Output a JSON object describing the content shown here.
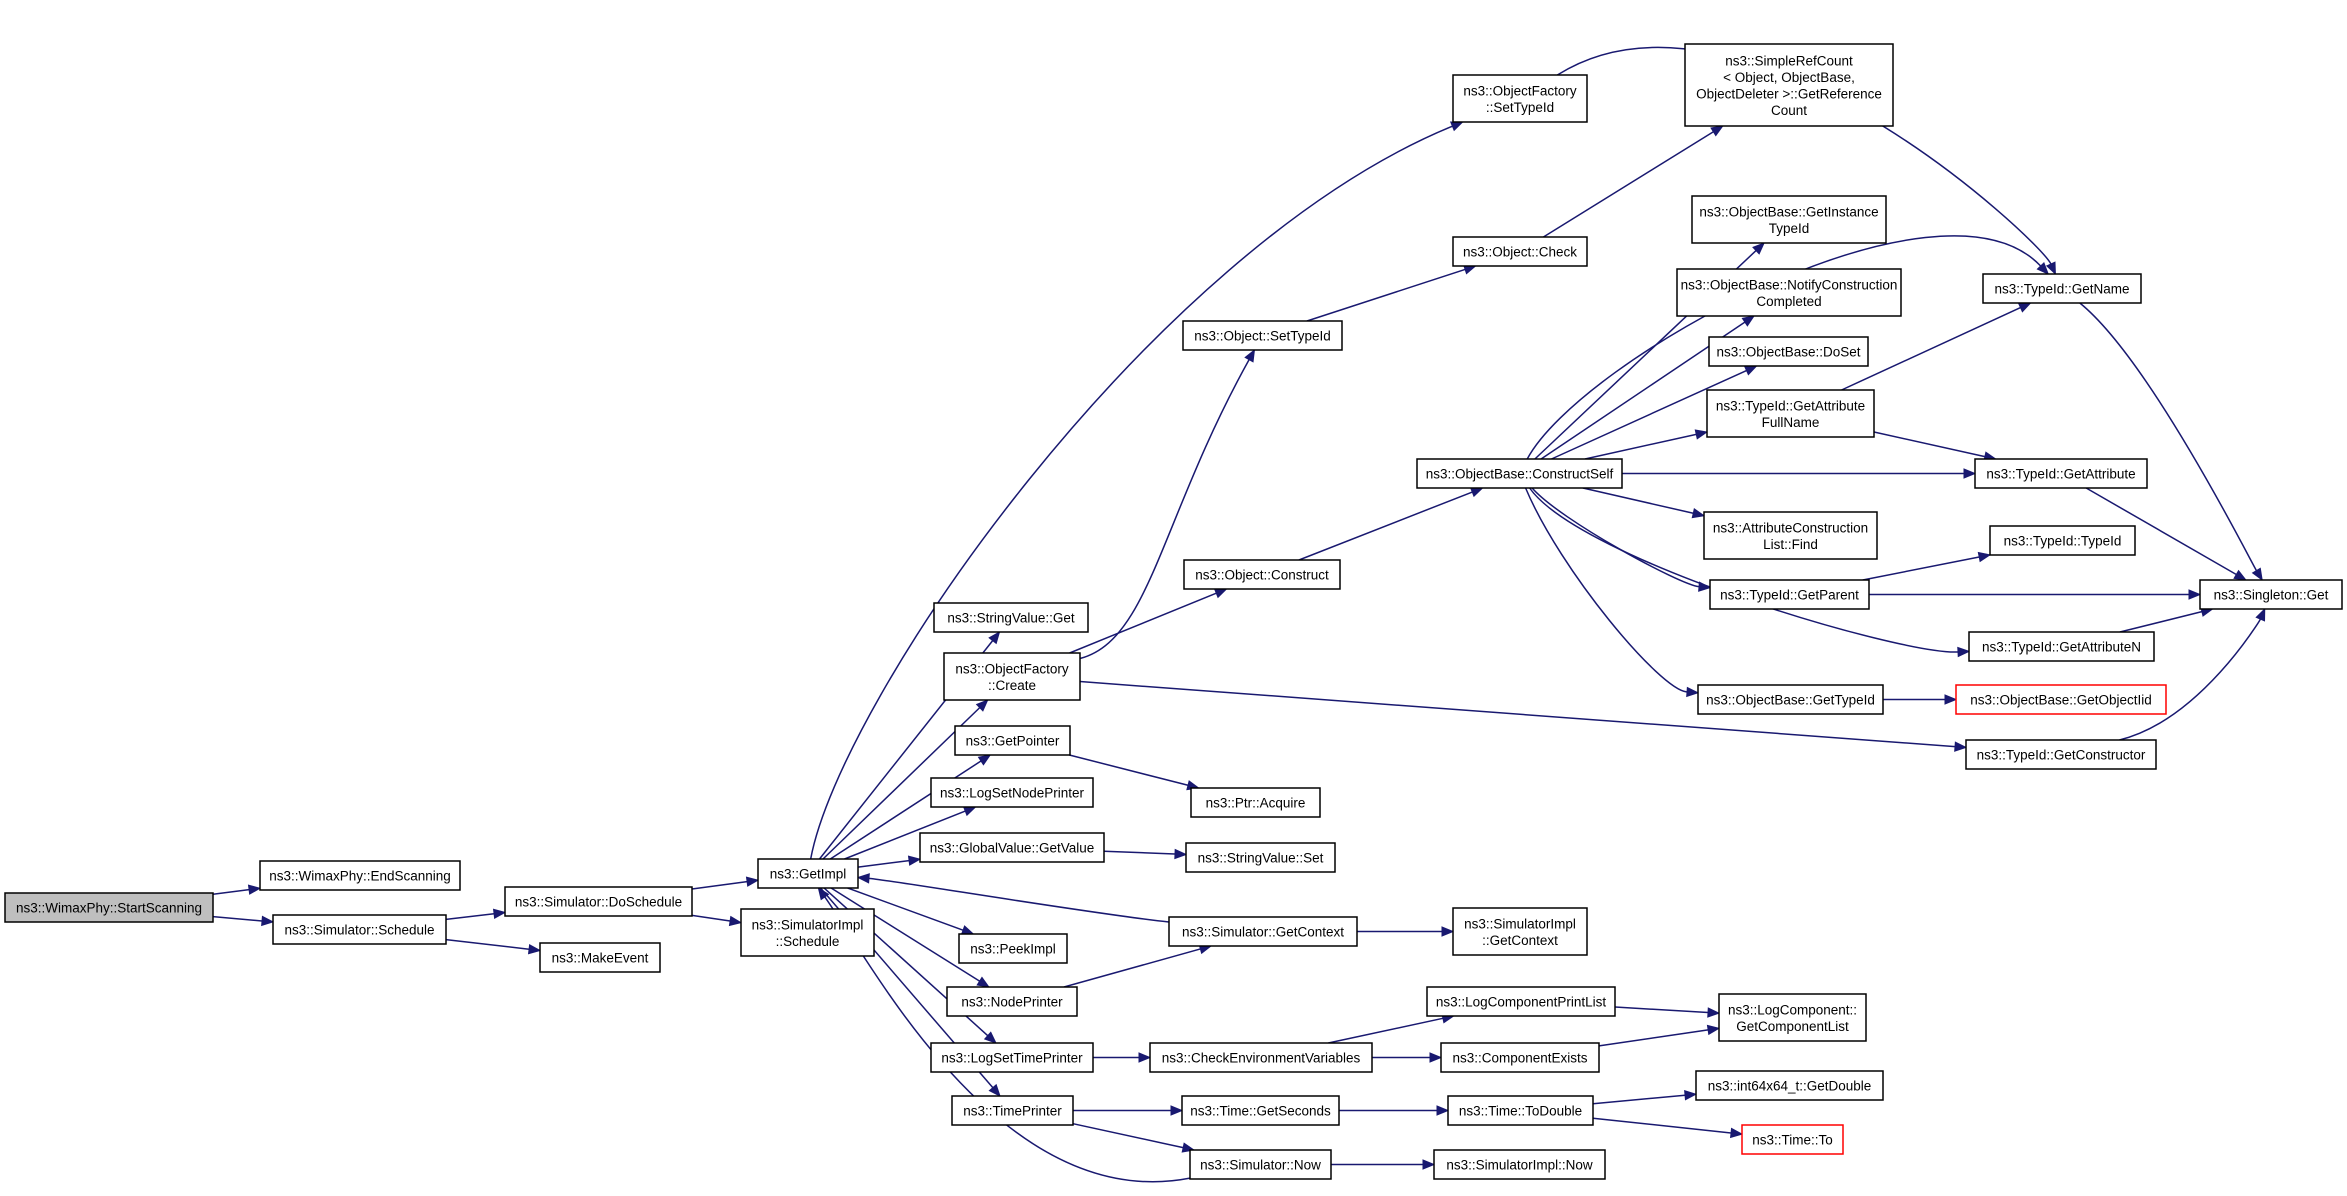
{
  "diagram": {
    "type": "call-graph",
    "colors": {
      "edge": "#191970",
      "node_border": "#000000",
      "root_fill": "#bfbfbf",
      "truncated_border": "#ff0000"
    },
    "nodes": [
      {
        "id": "start_scanning",
        "lines": [
          "ns3::WimaxPhy::StartScanning"
        ],
        "root": true
      },
      {
        "id": "end_scanning",
        "lines": [
          "ns3::WimaxPhy::EndScanning"
        ]
      },
      {
        "id": "sim_schedule",
        "lines": [
          "ns3::Simulator::Schedule"
        ]
      },
      {
        "id": "make_event",
        "lines": [
          "ns3::MakeEvent"
        ]
      },
      {
        "id": "sim_doschedule",
        "lines": [
          "ns3::Simulator::DoSchedule"
        ]
      },
      {
        "id": "simimpl_schedule",
        "lines": [
          "ns3::SimulatorImpl",
          "::Schedule"
        ]
      },
      {
        "id": "getimpl",
        "lines": [
          "ns3::GetImpl"
        ]
      },
      {
        "id": "stringvalue_get",
        "lines": [
          "ns3::StringValue::Get"
        ]
      },
      {
        "id": "objfactory_create",
        "lines": [
          "ns3::ObjectFactory",
          "::Create"
        ]
      },
      {
        "id": "getpointer",
        "lines": [
          "ns3::GetPointer"
        ]
      },
      {
        "id": "logsetnodeprinter",
        "lines": [
          "ns3::LogSetNodePrinter"
        ]
      },
      {
        "id": "globalvalue_getvalue",
        "lines": [
          "ns3::GlobalValue::GetValue"
        ]
      },
      {
        "id": "peekimpl",
        "lines": [
          "ns3::PeekImpl"
        ]
      },
      {
        "id": "nodeprinter",
        "lines": [
          "ns3::NodePrinter"
        ]
      },
      {
        "id": "logsettimeprinter",
        "lines": [
          "ns3::LogSetTimePrinter"
        ]
      },
      {
        "id": "timeprinter",
        "lines": [
          "ns3::TimePrinter"
        ]
      },
      {
        "id": "objfactory_settypeid",
        "lines": [
          "ns3::ObjectFactory",
          "::SetTypeId"
        ]
      },
      {
        "id": "object_settypeid",
        "lines": [
          "ns3::Object::SetTypeId"
        ]
      },
      {
        "id": "object_construct",
        "lines": [
          "ns3::Object::Construct"
        ]
      },
      {
        "id": "ptr_acquire",
        "lines": [
          "ns3::Ptr::Acquire"
        ]
      },
      {
        "id": "stringvalue_set",
        "lines": [
          "ns3::StringValue::Set"
        ]
      },
      {
        "id": "sim_getcontext",
        "lines": [
          "ns3::Simulator::GetContext"
        ]
      },
      {
        "id": "check_env",
        "lines": [
          "ns3::CheckEnvironmentVariables"
        ]
      },
      {
        "id": "time_getseconds",
        "lines": [
          "ns3::Time::GetSeconds"
        ]
      },
      {
        "id": "sim_now",
        "lines": [
          "ns3::Simulator::Now"
        ]
      },
      {
        "id": "object_check",
        "lines": [
          "ns3::Object::Check"
        ]
      },
      {
        "id": "objbase_constructself",
        "lines": [
          "ns3::ObjectBase::ConstructSelf"
        ]
      },
      {
        "id": "simimpl_getcontext",
        "lines": [
          "ns3::SimulatorImpl",
          "::GetContext"
        ]
      },
      {
        "id": "logcomponentprintlist",
        "lines": [
          "ns3::LogComponentPrintList"
        ]
      },
      {
        "id": "componentexists",
        "lines": [
          "ns3::ComponentExists"
        ]
      },
      {
        "id": "time_todouble",
        "lines": [
          "ns3::Time::ToDouble"
        ]
      },
      {
        "id": "simimpl_now",
        "lines": [
          "ns3::SimulatorImpl::Now"
        ]
      },
      {
        "id": "simplerefcount",
        "lines": [
          "ns3::SimpleRefCount",
          "< Object, ObjectBase,",
          "ObjectDeleter >::GetReference",
          "Count"
        ]
      },
      {
        "id": "objbase_getinstancetypeid",
        "lines": [
          "ns3::ObjectBase::GetInstance",
          "TypeId"
        ]
      },
      {
        "id": "objbase_notifyconstruction",
        "lines": [
          "ns3::ObjectBase::NotifyConstruction",
          "Completed"
        ]
      },
      {
        "id": "objbase_doset",
        "lines": [
          "ns3::ObjectBase::DoSet"
        ]
      },
      {
        "id": "typeid_getattributefullname",
        "lines": [
          "ns3::TypeId::GetAttribute",
          "FullName"
        ]
      },
      {
        "id": "attrconstructionlist_find",
        "lines": [
          "ns3::AttributeConstruction",
          "List::Find"
        ]
      },
      {
        "id": "typeid_getparent",
        "lines": [
          "ns3::TypeId::GetParent"
        ]
      },
      {
        "id": "objbase_gettypeid",
        "lines": [
          "ns3::ObjectBase::GetTypeId"
        ]
      },
      {
        "id": "logcomponent_getcomponentlist",
        "lines": [
          "ns3::LogComponent::",
          "GetComponentList"
        ]
      },
      {
        "id": "int64x64_getdouble",
        "lines": [
          "ns3::int64x64_t::GetDouble"
        ]
      },
      {
        "id": "time_to",
        "lines": [
          "ns3::Time::To"
        ],
        "truncated": true
      },
      {
        "id": "typeid_getname",
        "lines": [
          "ns3::TypeId::GetName"
        ]
      },
      {
        "id": "typeid_getattribute",
        "lines": [
          "ns3::TypeId::GetAttribute"
        ]
      },
      {
        "id": "typeid_typeid",
        "lines": [
          "ns3::TypeId::TypeId"
        ]
      },
      {
        "id": "typeid_getattributen",
        "lines": [
          "ns3::TypeId::GetAttributeN"
        ]
      },
      {
        "id": "objbase_getobjectiid",
        "lines": [
          "ns3::ObjectBase::GetObjectIid"
        ],
        "truncated": true
      },
      {
        "id": "typeid_getconstructor",
        "lines": [
          "ns3::TypeId::GetConstructor"
        ]
      },
      {
        "id": "singleton_get",
        "lines": [
          "ns3::Singleton::Get"
        ]
      }
    ],
    "edges": [
      [
        "start_scanning",
        "end_scanning"
      ],
      [
        "start_scanning",
        "sim_schedule"
      ],
      [
        "sim_schedule",
        "sim_doschedule"
      ],
      [
        "sim_schedule",
        "make_event"
      ],
      [
        "sim_doschedule",
        "getimpl"
      ],
      [
        "sim_doschedule",
        "simimpl_schedule"
      ],
      [
        "getimpl",
        "objfactory_settypeid"
      ],
      [
        "getimpl",
        "stringvalue_get"
      ],
      [
        "getimpl",
        "objfactory_create"
      ],
      [
        "getimpl",
        "getpointer"
      ],
      [
        "getimpl",
        "logsetnodeprinter"
      ],
      [
        "getimpl",
        "globalvalue_getvalue"
      ],
      [
        "getimpl",
        "peekimpl"
      ],
      [
        "getimpl",
        "nodeprinter"
      ],
      [
        "getimpl",
        "logsettimeprinter"
      ],
      [
        "getimpl",
        "timeprinter"
      ],
      [
        "objfactory_create",
        "object_settypeid"
      ],
      [
        "objfactory_create",
        "object_construct"
      ],
      [
        "objfactory_create",
        "typeid_getconstructor"
      ],
      [
        "getpointer",
        "ptr_acquire"
      ],
      [
        "globalvalue_getvalue",
        "stringvalue_set"
      ],
      [
        "sim_getcontext",
        "getimpl"
      ],
      [
        "sim_getcontext",
        "simimpl_getcontext"
      ],
      [
        "nodeprinter",
        "sim_getcontext"
      ],
      [
        "logsettimeprinter",
        "check_env"
      ],
      [
        "timeprinter",
        "time_getseconds"
      ],
      [
        "timeprinter",
        "sim_now"
      ],
      [
        "sim_now",
        "getimpl"
      ],
      [
        "sim_now",
        "simimpl_now"
      ],
      [
        "object_settypeid",
        "object_check"
      ],
      [
        "object_check",
        "simplerefcount"
      ],
      [
        "object_construct",
        "objbase_constructself"
      ],
      [
        "objbase_constructself",
        "typeid_getname"
      ],
      [
        "objbase_constructself",
        "objbase_getinstancetypeid"
      ],
      [
        "objbase_constructself",
        "objbase_notifyconstruction"
      ],
      [
        "objbase_constructself",
        "objbase_doset"
      ],
      [
        "objbase_constructself",
        "typeid_getattributefullname"
      ],
      [
        "objbase_constructself",
        "typeid_getattribute"
      ],
      [
        "objbase_constructself",
        "attrconstructionlist_find"
      ],
      [
        "objbase_constructself",
        "typeid_getparent"
      ],
      [
        "objbase_constructself",
        "typeid_getattributen"
      ],
      [
        "objbase_constructself",
        "objbase_gettypeid"
      ],
      [
        "objfactory_settypeid",
        "typeid_getname"
      ],
      [
        "typeid_getattributefullname",
        "typeid_getname"
      ],
      [
        "typeid_getattributefullname",
        "typeid_getattribute"
      ],
      [
        "typeid_getparent",
        "typeid_typeid"
      ],
      [
        "typeid_getparent",
        "singleton_get"
      ],
      [
        "objbase_gettypeid",
        "objbase_getobjectiid"
      ],
      [
        "check_env",
        "logcomponentprintlist"
      ],
      [
        "check_env",
        "componentexists"
      ],
      [
        "logcomponentprintlist",
        "logcomponent_getcomponentlist"
      ],
      [
        "componentexists",
        "logcomponent_getcomponentlist"
      ],
      [
        "time_getseconds",
        "time_todouble"
      ],
      [
        "time_todouble",
        "int64x64_getdouble"
      ],
      [
        "time_todouble",
        "time_to"
      ],
      [
        "typeid_getname",
        "singleton_get"
      ],
      [
        "typeid_getattribute",
        "singleton_get"
      ],
      [
        "typeid_getattributen",
        "singleton_get"
      ],
      [
        "typeid_getconstructor",
        "singleton_get"
      ]
    ]
  }
}
